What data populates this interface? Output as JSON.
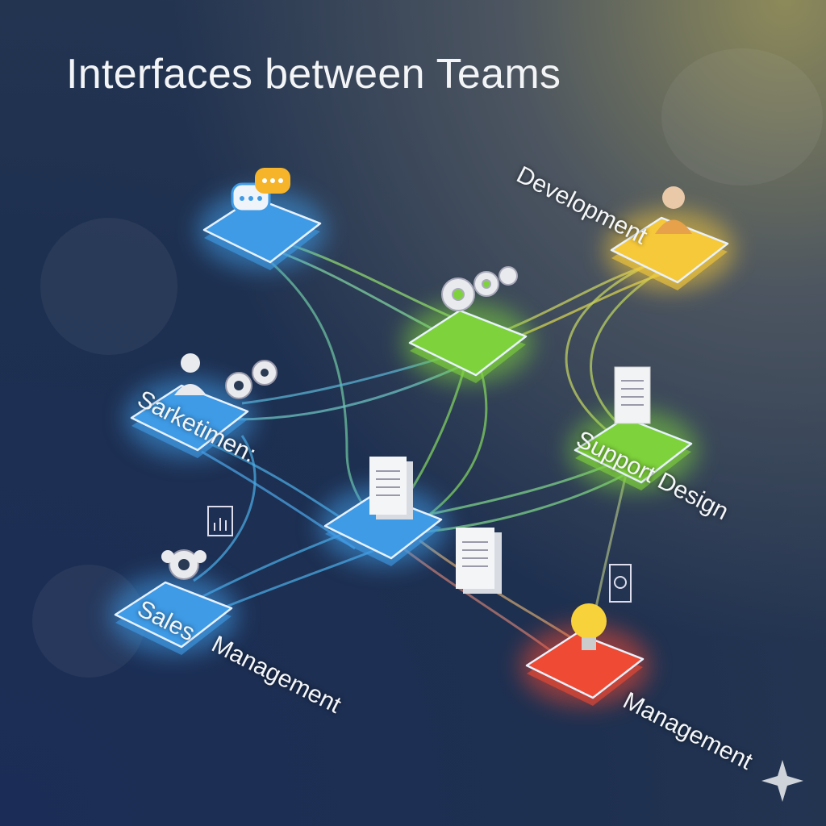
{
  "title": "Interfaces between Teams",
  "labels": {
    "development": "Development",
    "marketing": "Sarketimen:",
    "support_design": "Support Design",
    "sales": "Sales",
    "management_left": "Management",
    "management_right": "Management"
  },
  "colors": {
    "blue": "#3f9be6",
    "green": "#7ed23c",
    "yellow": "#f6c93a",
    "red": "#ef4a33"
  }
}
